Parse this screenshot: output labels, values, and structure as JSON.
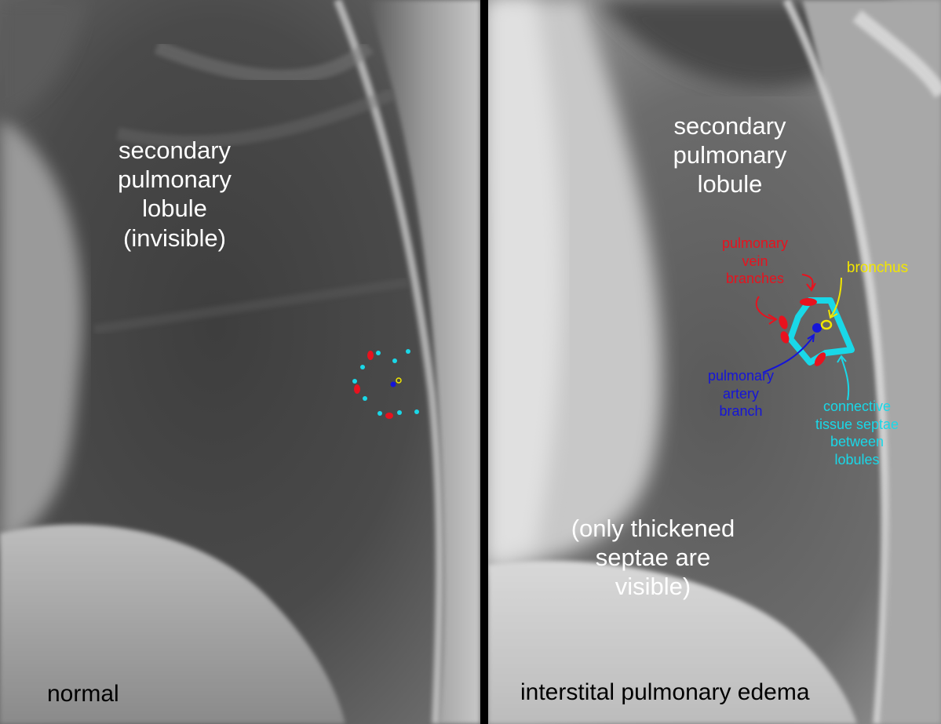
{
  "left": {
    "lobule_label": [
      "secondary",
      "pulmonary",
      "lobule",
      "(invisible)"
    ],
    "caption": "normal"
  },
  "right": {
    "lobule_label": [
      "secondary",
      "pulmonary",
      "lobule"
    ],
    "note": [
      "(only thickened",
      "septae are",
      "visible)"
    ],
    "caption": "interstital pulmonary edema",
    "annotations": {
      "vein": {
        "lines": [
          "pulmonary",
          "vein",
          "branches"
        ],
        "color": "#e8121e"
      },
      "bronchus": {
        "lines": [
          "bronchus"
        ],
        "color": "#f2e600"
      },
      "artery": {
        "lines": [
          "pulmonary",
          "artery",
          "branch"
        ],
        "color": "#1515d8"
      },
      "septae": {
        "lines": [
          "connective",
          "tissue septae",
          "between",
          "lobules"
        ],
        "color": "#19d8e8"
      }
    }
  }
}
